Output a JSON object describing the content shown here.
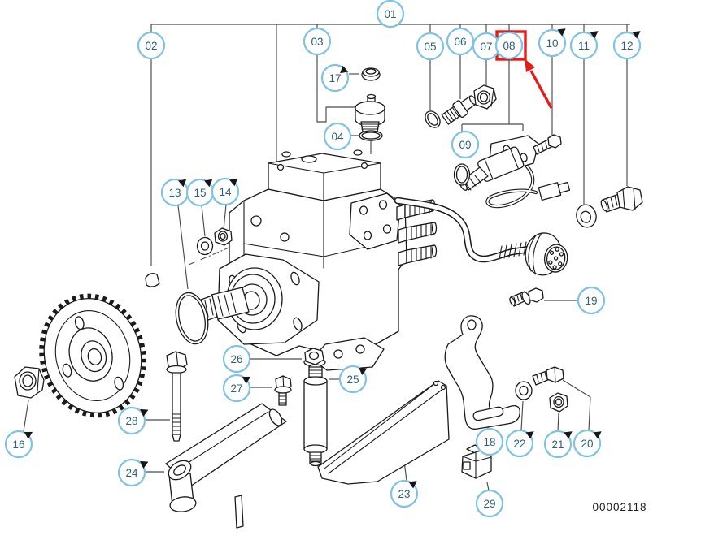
{
  "diagram": {
    "type": "parts-exploded-diagram",
    "description": "Diesel injection pump exploded parts diagram",
    "drawing_number": "00002118",
    "highlight": {
      "target_callout": "08"
    },
    "colors": {
      "balloon_stroke": "#7fc2e4",
      "balloon_text": "#2f6079",
      "line": "#4a4a4a",
      "drawing": "#1a1a1a",
      "highlight_red": "#e51c17"
    },
    "callouts": {
      "01": "01",
      "02": "02",
      "03": "03",
      "04": "04",
      "05": "05",
      "06": "06",
      "07": "07",
      "08": "08",
      "09": "09",
      "10": "10",
      "11": "11",
      "12": "12",
      "13": "13",
      "14": "14",
      "15": "15",
      "16": "16",
      "17": "17",
      "18": "18",
      "19": "19",
      "20": "20",
      "21": "21",
      "22": "22",
      "23": "23",
      "24": "24",
      "25": "25",
      "26": "26",
      "27": "27",
      "28": "28",
      "29": "29"
    }
  }
}
